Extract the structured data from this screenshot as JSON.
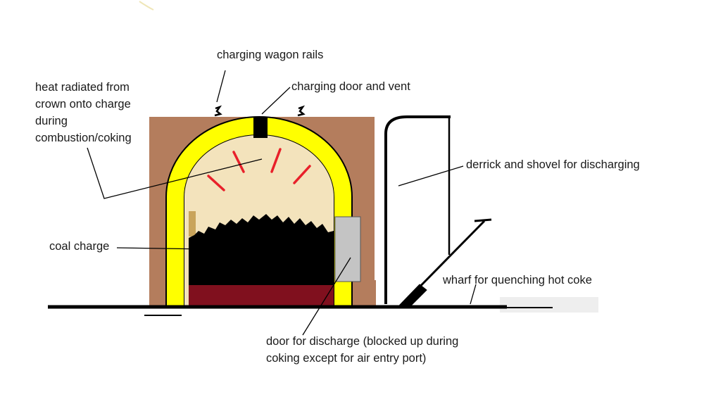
{
  "labels": {
    "charging_wagon_rails": "charging wagon rails",
    "charging_door_vent": "charging door and vent",
    "heat_radiated": "heat radiated from crown onto charge during combustion/coking",
    "coal_charge": "coal charge",
    "derrick_shovel": "derrick and shovel for discharging",
    "wharf": "wharf for quenching hot coke",
    "discharge_door": "door for discharge (blocked up during coking except for air entry port)"
  },
  "colors": {
    "brickwork": "#b47d5d",
    "lining": "#ffff00",
    "charge_space": "#f3e3bc",
    "coal": "#000000",
    "coke_base": "#80101e",
    "heat_rays": "#e8202a",
    "discharge_door": "#c4c4c4",
    "ink": "#000000"
  }
}
